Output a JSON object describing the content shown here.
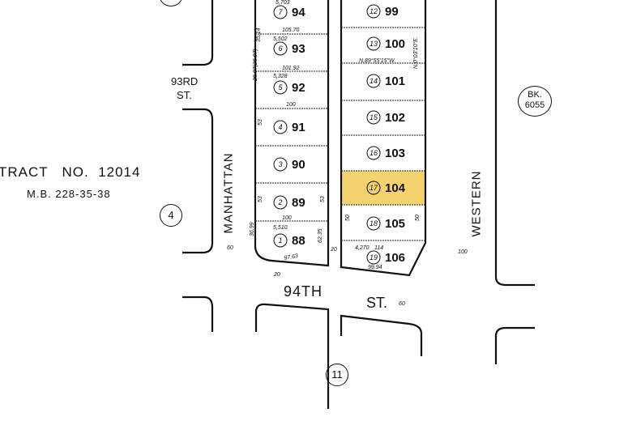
{
  "map": {
    "highlight_color": "#f5d270",
    "tract": {
      "title": "TRACT   NO.  12014",
      "ref": "M.B. 228-35-38"
    },
    "streets": {
      "st93": "93RD",
      "st93b": "ST.",
      "st94": "94TH",
      "st94b": "ST.",
      "manhattan": "MANHATTAN",
      "western": "WESTERN"
    },
    "book": {
      "line1": "BK.",
      "line2": "6055"
    },
    "circles": {
      "block4": "4",
      "block11": "11"
    },
    "left_lots": [
      {
        "idx": "7",
        "num": "94"
      },
      {
        "idx": "6",
        "num": "93"
      },
      {
        "idx": "5",
        "num": "92"
      },
      {
        "idx": "4",
        "num": "91"
      },
      {
        "idx": "3",
        "num": "90"
      },
      {
        "idx": "2",
        "num": "89"
      },
      {
        "idx": "1",
        "num": "88"
      }
    ],
    "right_lots": [
      {
        "idx": "12",
        "num": "99"
      },
      {
        "idx": "13",
        "num": "100"
      },
      {
        "idx": "14",
        "num": "101"
      },
      {
        "idx": "15",
        "num": "102"
      },
      {
        "idx": "16",
        "num": "103"
      },
      {
        "idx": "17",
        "num": "104",
        "highlighted": true
      },
      {
        "idx": "18",
        "num": "105"
      },
      {
        "idx": "19",
        "num": "106"
      }
    ],
    "dims": {
      "d1": "5,703",
      "d2": "105.70",
      "d3": "5,502",
      "d4": "35.14",
      "d5": "101.92",
      "d6": "5,328",
      "d7": "26.07(26.07)",
      "d8": "100",
      "d9": "53",
      "d10": "53",
      "d11": "53",
      "d12": "100",
      "d13": "5,510",
      "d14": "36.99",
      "d15": "62.35",
      "d16": "97.63",
      "d17": "60",
      "d18": "20",
      "d19": "N.89°55'15\"W.",
      "d20": "N.0°03'10\"E.",
      "d21": "50",
      "d22": "50",
      "d23": "4,270",
      "d24": "114",
      "d25": "99.94",
      "d26": "100",
      "d27": "60",
      "d28": "20"
    }
  }
}
